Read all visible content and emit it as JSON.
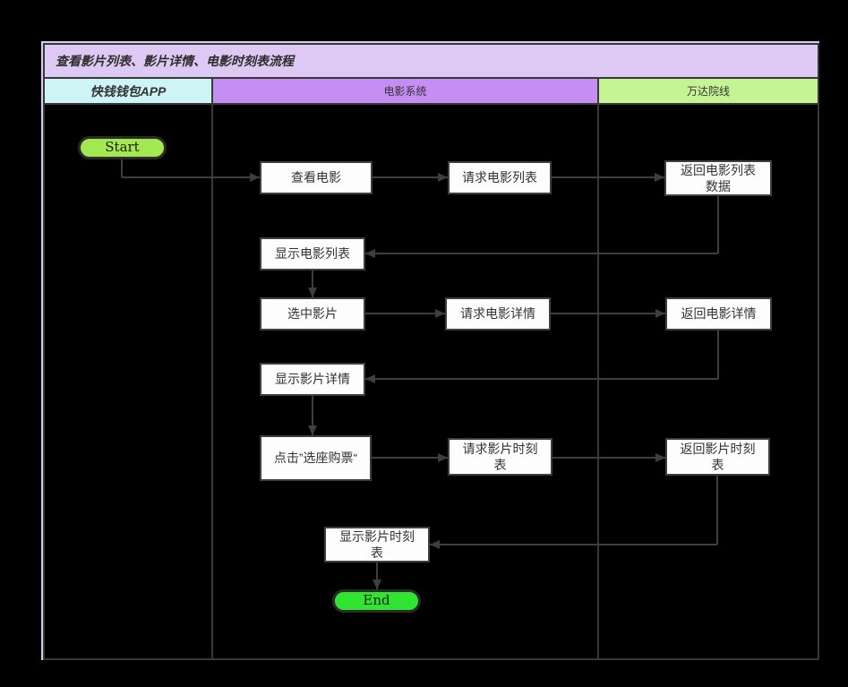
{
  "title": "查看影片列表、影片详情、电影时刻表流程",
  "lanes": [
    {
      "id": "app",
      "label": "快钱钱包APP"
    },
    {
      "id": "movie-system",
      "label": "电影系统"
    },
    {
      "id": "wanda",
      "label": "万达院线"
    }
  ],
  "colors": {
    "title_bg": "#ddc9f3",
    "lane_app_bg": "#cdf5f6",
    "lane_movie_system_bg": "#c68ef2",
    "lane_wanda_bg": "#c6f394",
    "start_bg": "#a3e850",
    "end_bg": "#30e430",
    "box_bg": "#fdfdfd",
    "line": "#3e3e3e",
    "canvas_bg": "#000000"
  },
  "nodes": [
    {
      "id": "start",
      "label": "Start",
      "type": "terminator",
      "lane": "app"
    },
    {
      "id": "view-movie",
      "label": "查看电影",
      "type": "process",
      "lane": "movie-system"
    },
    {
      "id": "request-movie-list",
      "label": "请求电影列表",
      "type": "process",
      "lane": "movie-system"
    },
    {
      "id": "return-movie-list",
      "label": "返回电影列表数据",
      "type": "process",
      "lane": "wanda"
    },
    {
      "id": "show-movie-list",
      "label": "显示电影列表",
      "type": "process",
      "lane": "movie-system"
    },
    {
      "id": "select-movie",
      "label": "选中影片",
      "type": "process",
      "lane": "movie-system"
    },
    {
      "id": "request-movie-detail",
      "label": "请求电影详情",
      "type": "process",
      "lane": "movie-system"
    },
    {
      "id": "return-movie-detail",
      "label": "返回电影详情",
      "type": "process",
      "lane": "wanda"
    },
    {
      "id": "show-movie-detail",
      "label": "显示影片详情",
      "type": "process",
      "lane": "movie-system"
    },
    {
      "id": "click-seat-buy",
      "label": "点击”选座购票“",
      "type": "process",
      "lane": "movie-system"
    },
    {
      "id": "request-schedule",
      "label": "请求影片时刻表",
      "type": "process",
      "lane": "movie-system"
    },
    {
      "id": "return-schedule",
      "label": "返回影片时刻表",
      "type": "process",
      "lane": "wanda"
    },
    {
      "id": "show-schedule",
      "label": "显示影片时刻表",
      "type": "process",
      "lane": "movie-system"
    },
    {
      "id": "end",
      "label": "End",
      "type": "terminator",
      "lane": "movie-system"
    }
  ],
  "edges": [
    {
      "from": "start",
      "to": "view-movie"
    },
    {
      "from": "view-movie",
      "to": "request-movie-list"
    },
    {
      "from": "request-movie-list",
      "to": "return-movie-list"
    },
    {
      "from": "return-movie-list",
      "to": "show-movie-list"
    },
    {
      "from": "show-movie-list",
      "to": "select-movie"
    },
    {
      "from": "select-movie",
      "to": "request-movie-detail"
    },
    {
      "from": "request-movie-detail",
      "to": "return-movie-detail"
    },
    {
      "from": "return-movie-detail",
      "to": "show-movie-detail"
    },
    {
      "from": "show-movie-detail",
      "to": "click-seat-buy"
    },
    {
      "from": "click-seat-buy",
      "to": "request-schedule"
    },
    {
      "from": "request-schedule",
      "to": "return-schedule"
    },
    {
      "from": "return-schedule",
      "to": "show-schedule"
    },
    {
      "from": "show-schedule",
      "to": "end"
    }
  ]
}
